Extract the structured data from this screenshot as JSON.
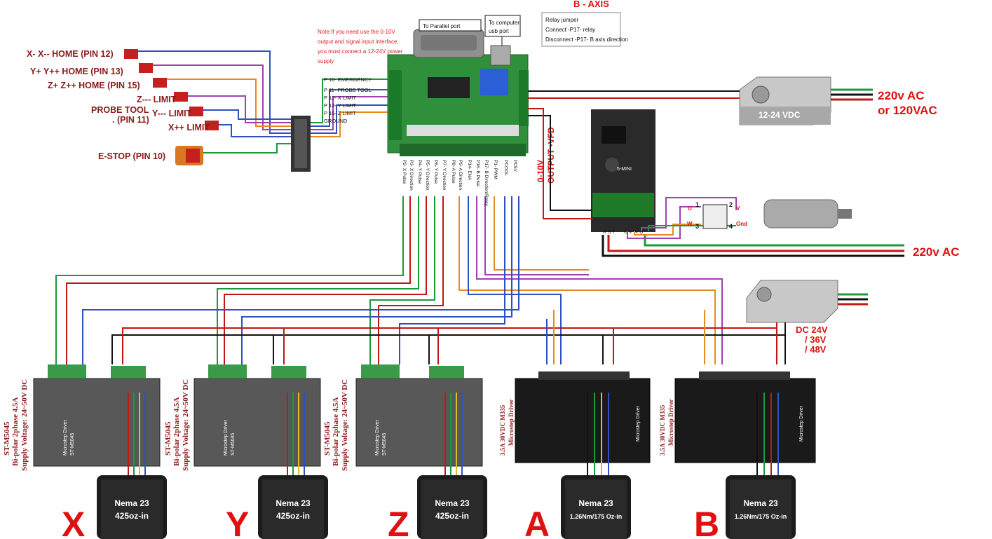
{
  "limits": {
    "x_home": "X- X-- HOME (PIN 12)",
    "y_home": "Y+ Y++ HOME (PIN 13)",
    "z_home": "Z+ Z++ HOME (PIN 15)",
    "z_limit": "Z--- LIMIT",
    "probe_1": "PROBE TOOL",
    "probe_2": ". (PIN 11)",
    "y_limit": "Y--- LIMIT",
    "x_limit": "X++ LIMIT",
    "estop": "E-STOP (PIN 10)"
  },
  "board": {
    "note_1": "Note:If you need use the 0-10V",
    "note_2": "output and signal input interface,",
    "note_3": "you must connect a 12-24V power",
    "note_4": "supply",
    "parallel_port": "To Parallel port",
    "usb_1": "To computer",
    "usb_2": "usb port",
    "b_axis": "B - AXIS",
    "relay_1": "Relay jumper",
    "relay_2": "Connect -P17- relay",
    "relay_3": "Disconnect -P17- B axis direction",
    "input_pins": [
      "P 10- EMERGENCY",
      "P 11- PROBE TOOL",
      "P 12- X LIMIT",
      "P 13- Y LIMIT",
      "P 15- Z LIMIT",
      "GROUND"
    ],
    "output_pins": [
      "P2- X Pulse",
      "P3- X Direction",
      "P4- Y Pulse",
      "P5- Y Direction",
      "P6- Y Pulse",
      "P7- Y Direction",
      "P8- A Pulse",
      "P9- A Direction",
      "P14- ENA",
      "P16- B Pulse",
      "P17- B Direction/Relay",
      "P1- PWM",
      "PCOOL",
      "PC5V"
    ]
  },
  "vfd": {
    "output_1": "0-10V",
    "output_2": "OUTPUT -VFD",
    "brand": "5-MINI",
    "terminals": "R S T",
    "uvw": "U V W G",
    "m_u": "U",
    "m_v": "V",
    "m_w": "W",
    "m_gnd": "Gnd",
    "n1": "1",
    "n2": "2",
    "n3": "3",
    "n4": "4",
    "ac_in": "220v AC"
  },
  "power": {
    "psu1_label": "12-24 VDC",
    "psu1_ac_1": "220v AC",
    "psu1_ac_2": "or 120VAC",
    "psu2_1": "DC 24V",
    "psu2_2": "/ 36V",
    "psu2_3": "/ 48V"
  },
  "drivers": {
    "stm_1": "ST-M5045",
    "stm_2": "Bi-polar 2phase 4.5A",
    "stm_3": "Supply Voltage: 24~50V DC",
    "stm_inner": "Microstep Driver",
    "stm_model": "ST-M5045",
    "m335_1": "3.5A 30VDC M335",
    "m335_2": "Microstep Driver",
    "m335_inner": "Microstep Driver"
  },
  "motors": [
    {
      "axis": "X",
      "line1": "Nema 23",
      "line2": "425oz-in"
    },
    {
      "axis": "Y",
      "line1": "Nema 23",
      "line2": "425oz-in"
    },
    {
      "axis": "Z",
      "line1": "Nema 23",
      "line2": "425oz-in"
    },
    {
      "axis": "A",
      "line1": "Nema 23",
      "line2": "1.26Nm/175 Oz-in"
    },
    {
      "axis": "B",
      "line1": "Nema 23",
      "line2": "1.26Nm/175 Oz-in"
    }
  ],
  "colors": {
    "wire_blue": "#3050c0",
    "wire_green": "#1a9a3a",
    "wire_red": "#c01818",
    "wire_purple": "#a040b0",
    "wire_orange": "#e88a20",
    "board_green": "#2f8f3a",
    "axis_red": "#e01010"
  }
}
